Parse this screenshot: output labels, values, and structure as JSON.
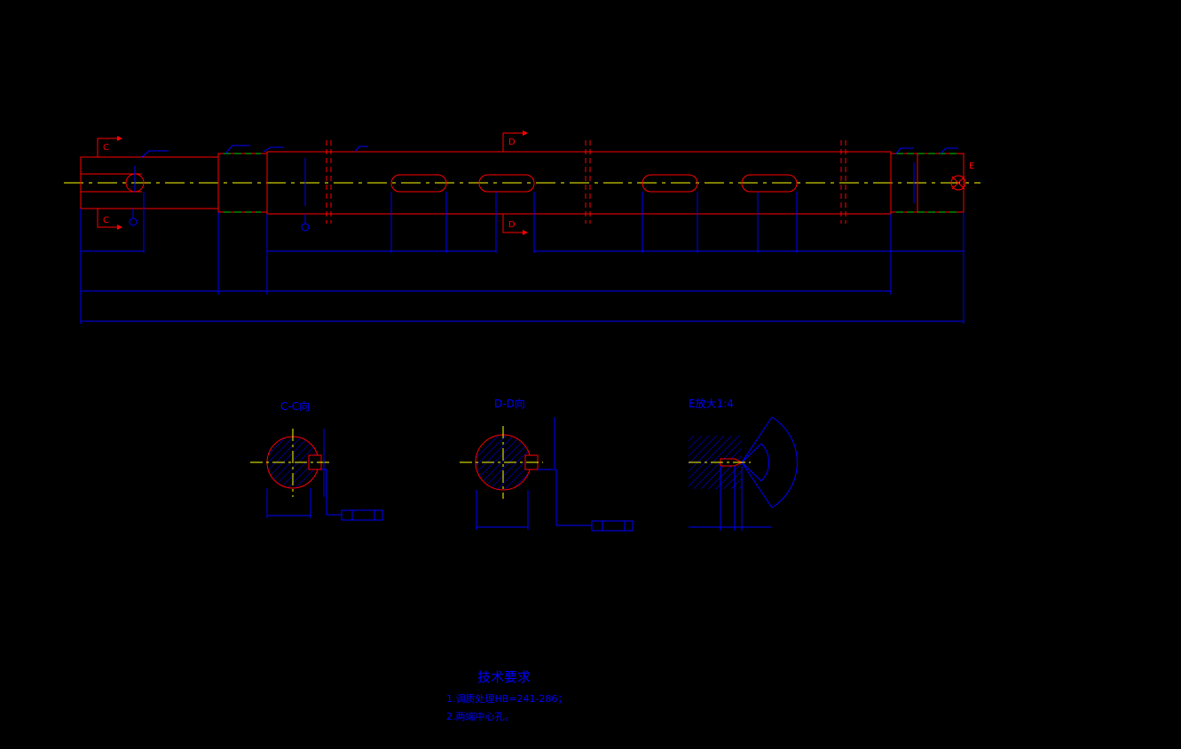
{
  "colors": {
    "background": "#000000",
    "outline": "#ff0000",
    "dimension": "#0000ff",
    "centerline": "#ffff00",
    "hatch": "#0000ff",
    "chamfer": "#00cc00"
  },
  "section_labels": {
    "c_top": "C",
    "c_bottom": "C",
    "d_top": "D",
    "d_bottom": "D",
    "e_detail": "E"
  },
  "views": {
    "c_section": "C-C向",
    "d_section": "D-D向",
    "e_detail": "E放大1:4"
  },
  "requirements": {
    "title": "技术要求",
    "items": [
      "1.调质处理HB=241-286；",
      "2.两端中心孔。"
    ]
  }
}
